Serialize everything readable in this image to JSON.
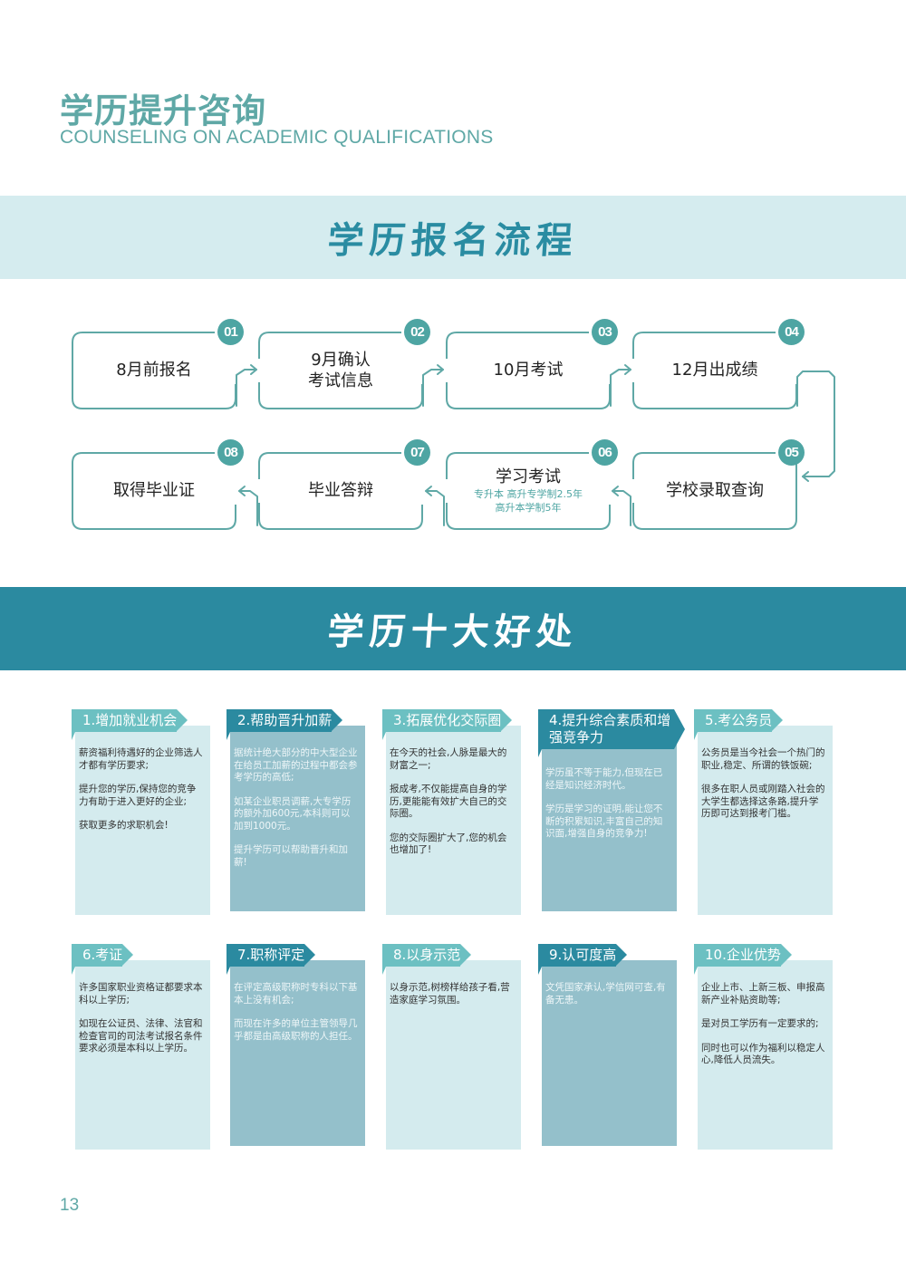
{
  "header": {
    "title_cn": "学历提升咨询",
    "title_en": "COUNSELING ON ACADEMIC QUALIFICATIONS"
  },
  "process_section": {
    "title": "学历报名流程",
    "steps": [
      {
        "number": "01",
        "label": "8月前报名"
      },
      {
        "number": "02",
        "label_line1": "9月确认",
        "label_line2": "考试信息"
      },
      {
        "number": "03",
        "label": "10月考试"
      },
      {
        "number": "04",
        "label": "12月出成绩"
      },
      {
        "number": "05",
        "label": "学校录取查询"
      },
      {
        "number": "06",
        "label": "学习考试",
        "sub_line1": "专升本 高升专学制2.5年",
        "sub_line2": "高升本学制5年"
      },
      {
        "number": "07",
        "label": "毕业答辩"
      },
      {
        "number": "08",
        "label": "取得毕业证"
      }
    ]
  },
  "benefits_section": {
    "title": "学历十大好处",
    "cards": [
      {
        "title": "1.增加就业机会",
        "paragraphs": [
          "薪资福利待遇好的企业筛选人才都有学历要求;",
          "提升您的学历,保持您的竞争力有助于进入更好的企业;",
          "获取更多的求职机会!"
        ]
      },
      {
        "title": "2.帮助晋升加薪",
        "paragraphs": [
          "据统计绝大部分的中大型企业在给员工加薪的过程中都会参考学历的高低;",
          "如某企业职员调薪,大专学历的额外加600元,本科则可以加到1000元。",
          "提升学历可以帮助晋升和加薪!"
        ]
      },
      {
        "title": "3.拓展优化交际圈",
        "paragraphs": [
          "在今天的社会,人脉是最大的财富之一;",
          "报成考,不仅能提高自身的学历,更能能有效扩大自己的交际圈。",
          "您的交际圈扩大了,您的机会也增加了!"
        ]
      },
      {
        "title": "4.提升综合素质和增强竞争力",
        "paragraphs": [
          "学历虽不等于能力,但现在已经是知识经济时代。",
          "学历是学习的证明,能让您不断的积累知识,丰富自己的知识面,增强自身的竞争力!"
        ]
      },
      {
        "title": "5.考公务员",
        "paragraphs": [
          "公务员是当今社会一个热门的职业,稳定、所谓的铁饭碗;",
          "很多在职人员或刚踏入社会的大学生都选择这条路,提升学历即可达到报考门槛。"
        ]
      },
      {
        "title": "6.考证",
        "paragraphs": [
          "许多国家职业资格证都要求本科以上学历;",
          "如现在公证员、法律、法官和检查官司的司法考试报名条件要求必须是本科以上学历。"
        ]
      },
      {
        "title": "7.职称评定",
        "paragraphs": [
          "在评定高级职称时专科以下基本上没有机会;",
          "而现在许多的单位主管领导几乎都是由高级职称的人担任。"
        ]
      },
      {
        "title": "8.以身示范",
        "paragraphs": [
          "以身示范,树榜样给孩子看,营造家庭学习氛围。"
        ]
      },
      {
        "title": "9.认可度高",
        "paragraphs": [
          "文凭国家承认,学信网可查,有备无患。"
        ]
      },
      {
        "title": "10.企业优势",
        "paragraphs": [
          "企业上市、上新三板、申报高新产业补贴资助等;",
          "是对员工学历有一定要求的;",
          "同时也可以作为福利以稳定人心,降低人员流失。"
        ]
      }
    ]
  },
  "footer": {
    "page_number": "13"
  },
  "colors": {
    "teal_light": "#6cc0c2",
    "teal_dark": "#2b8aa0",
    "band_light": "#d5ecef",
    "card_light": "#d4ebee",
    "card_dark": "#94c0cb",
    "title": "#5fa8a6"
  }
}
